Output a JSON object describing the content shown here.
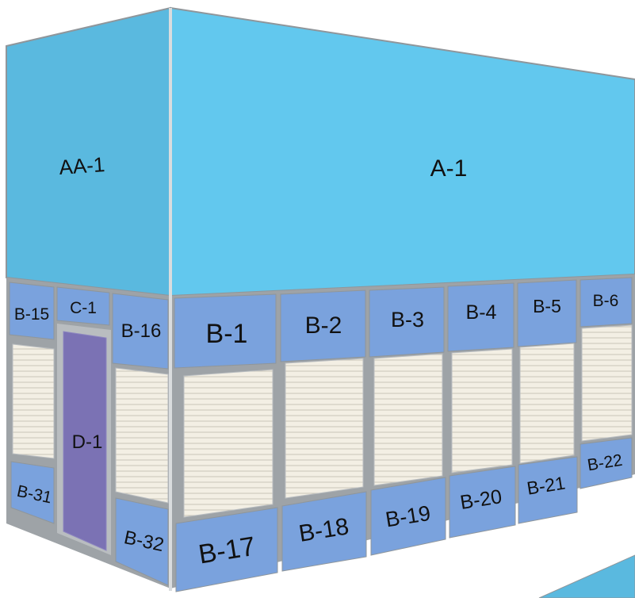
{
  "colors": {
    "top_panel": "#62c8ee",
    "top_panel_left": "#5ab9df",
    "band_panel": "#7aa2dd",
    "band_panel_dark": "#6f96d2",
    "frame": "#9ea3a7",
    "frame_dark": "#7d8286",
    "louver_bg": "#f3efe4",
    "louver_line": "#c9c4b7",
    "door": "#7b72b4"
  },
  "panels": {
    "aa1": "AA-1",
    "a1": "A-1",
    "c1": "C-1",
    "d1": "D-1",
    "b15": "B-15",
    "b16": "B-16",
    "b31": "B-31",
    "b32": "B-32",
    "upper_row": [
      "B-1",
      "B-2",
      "B-3",
      "B-4",
      "B-5",
      "B-6"
    ],
    "lower_row": [
      "B-17",
      "B-18",
      "B-19",
      "B-20",
      "B-21",
      "B-22"
    ]
  }
}
